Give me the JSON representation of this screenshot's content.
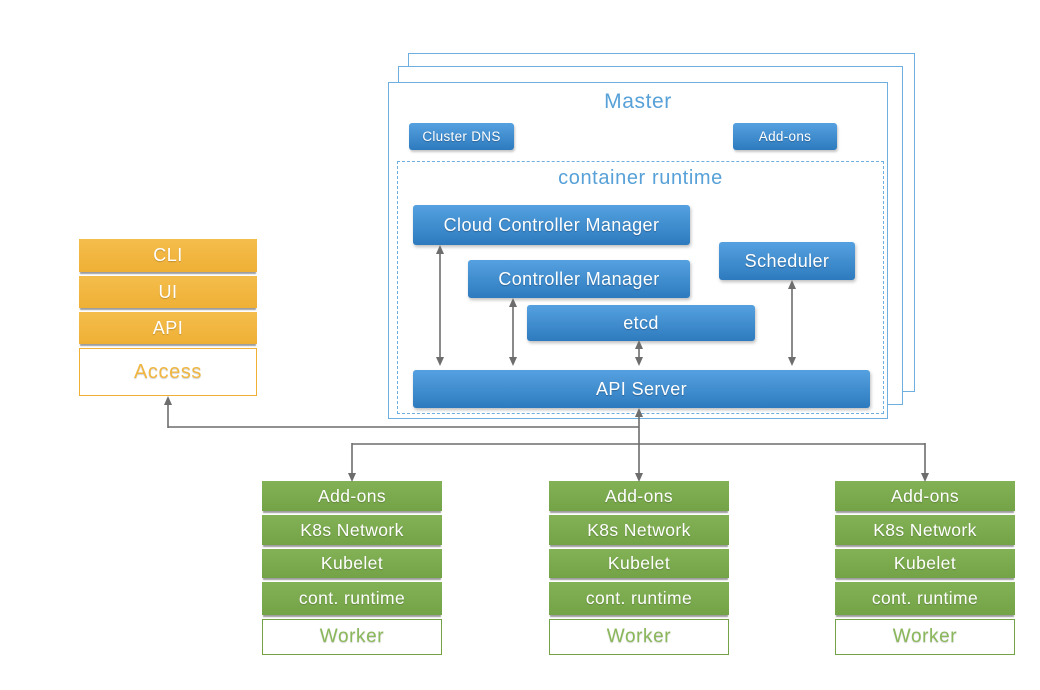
{
  "colors": {
    "blue-top": "#55a1e0",
    "blue-bottom": "#2d7abe",
    "blue-line": "#6fafe0",
    "blue-text": "#57a1d8",
    "orange-top": "#f4bd4c",
    "orange-bottom": "#efb035",
    "orange-text": "#f0b640",
    "green-top": "#83b156",
    "green-bottom": "#74a347",
    "green-text": "#8ab85a",
    "gray-line": "#6d6d6d"
  },
  "master": {
    "title": "Master",
    "cluster_dns_label": "Cluster DNS",
    "addons_label": "Add-ons",
    "container_runtime": {
      "title": "container runtime",
      "cloud_controller_manager": "Cloud Controller Manager",
      "controller_manager": "Controller Manager",
      "etcd": "etcd",
      "scheduler": "Scheduler",
      "api_server": "API Server"
    }
  },
  "access": {
    "items": [
      "CLI",
      "UI",
      "API"
    ],
    "label": "Access"
  },
  "workers": [
    {
      "items": [
        "Add-ons",
        "K8s Network",
        "Kubelet",
        "cont. runtime"
      ],
      "label": "Worker"
    },
    {
      "items": [
        "Add-ons",
        "K8s Network",
        "Kubelet",
        "cont. runtime"
      ],
      "label": "Worker"
    },
    {
      "items": [
        "Add-ons",
        "K8s Network",
        "Kubelet",
        "cont. runtime"
      ],
      "label": "Worker"
    }
  ]
}
